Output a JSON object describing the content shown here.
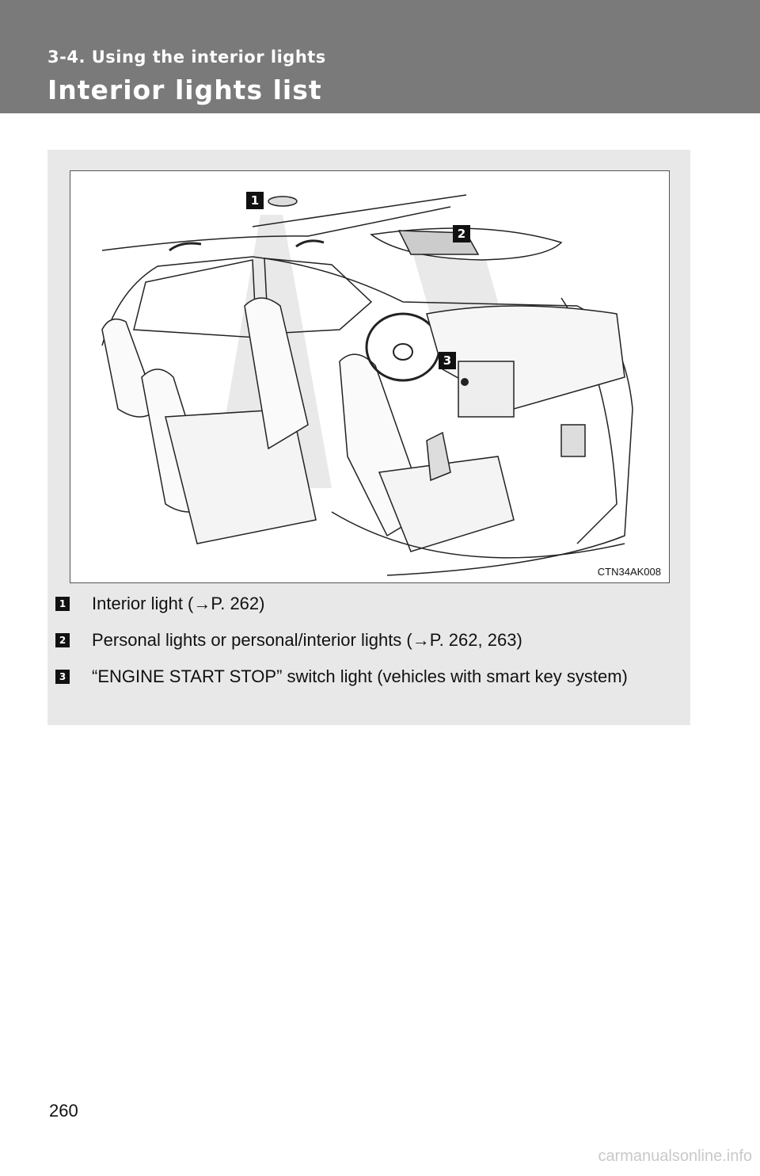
{
  "header": {
    "section": "3-4. Using the interior lights",
    "title": "Interior lights list"
  },
  "figure": {
    "code": "CTN34AK008",
    "callouts": [
      "1",
      "2",
      "3"
    ]
  },
  "legend": [
    {
      "num": "1",
      "text": "Interior light (→P. 262)"
    },
    {
      "num": "2",
      "text": "Personal lights or personal/interior lights (→P. 262, 263)"
    },
    {
      "num": "3",
      "text": "“ENGINE START STOP” switch light (vehicles with smart key system)"
    }
  ],
  "footer": {
    "page_number": "260",
    "watermark": "carmanualsonline.info"
  },
  "colors": {
    "header_bg": "#7a7a7a",
    "panel_bg": "#e8e8e8"
  }
}
